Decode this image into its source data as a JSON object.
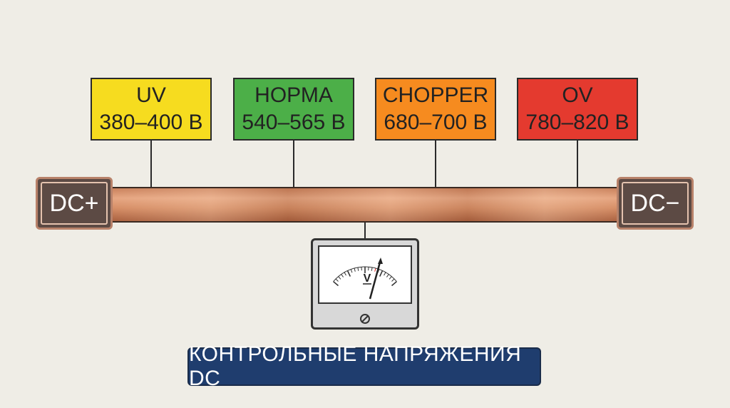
{
  "thresholds": [
    {
      "name": "UV",
      "range": "380–400 В",
      "color": "#f6dc1f"
    },
    {
      "name": "НОРМА",
      "range": "540–565 В",
      "color": "#4caf48"
    },
    {
      "name": "CHOPPER",
      "range": "680–700 В",
      "color": "#f68b1f"
    },
    {
      "name": "OV",
      "range": "780–820 В",
      "color": "#e43a2f"
    }
  ],
  "terminals": {
    "left": "DC+",
    "right": "DC−"
  },
  "meter": {
    "unit_label": "V"
  },
  "title": "КОНТРОЛЬНЫЕ НАПРЯЖЕНИЯ DC",
  "colors": {
    "background": "#efede6",
    "bus": "#d68e66",
    "terminal": "#5c4a44",
    "title_bg": "#1f3d6e"
  }
}
